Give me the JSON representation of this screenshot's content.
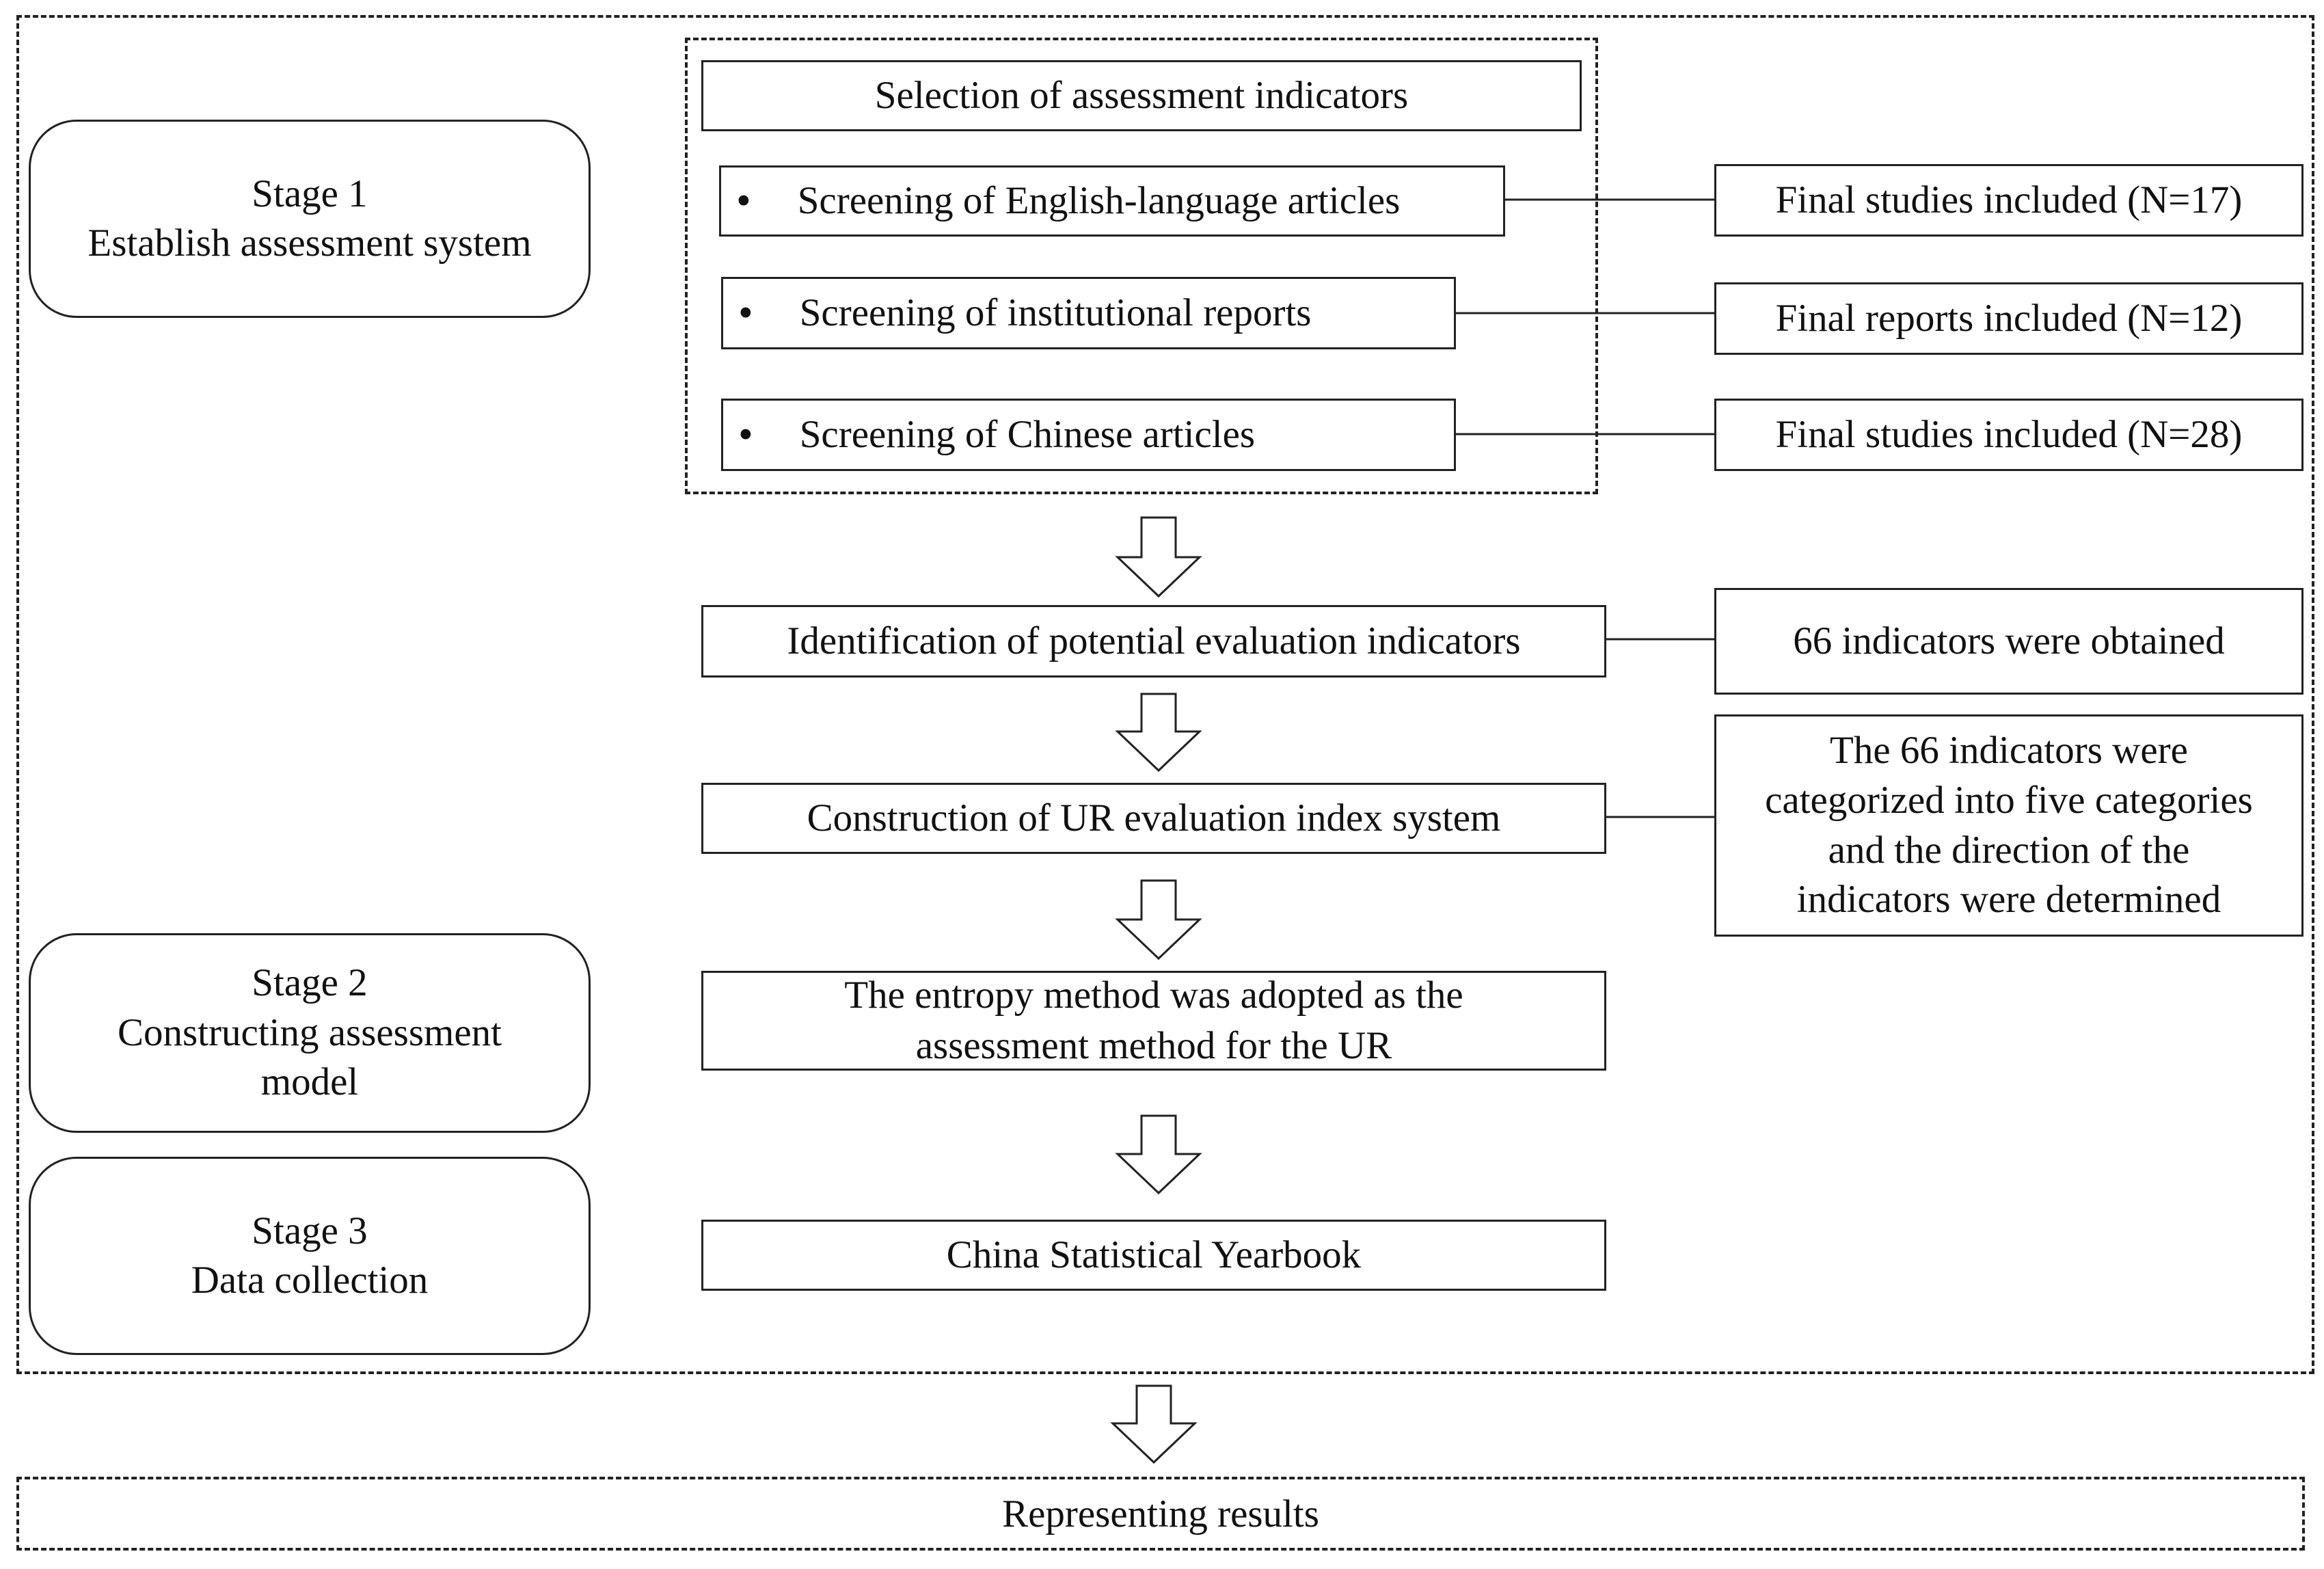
{
  "stages": [
    {
      "title": "Stage 1",
      "desc": "Establish assessment system"
    },
    {
      "title": "Stage 2",
      "desc_line1": "Constructing assessment",
      "desc_line2": "model"
    },
    {
      "title": "Stage 3",
      "desc": "Data collection"
    }
  ],
  "flow": {
    "selection": "Selection of assessment indicators",
    "screen_english": "Screening of English-language articles",
    "screen_reports": "Screening of institutional reports",
    "screen_chinese": "Screening of Chinese articles",
    "identification": "Identification of potential evaluation indicators",
    "construction": "Construction of UR evaluation index system",
    "entropy_line1": "The entropy method was adopted as the",
    "entropy_line2": "assessment method for the UR",
    "yearbook": "China Statistical Yearbook",
    "results": "Representing results"
  },
  "outcomes": {
    "english": "Final studies included (N=17)",
    "reports": "Final reports included (N=12)",
    "chinese": "Final studies included (N=28)",
    "indicators": "66 indicators were  obtained",
    "categories_lines": [
      "The 66 indicators were",
      "categorized into five categories",
      "and  the direction of the",
      "indicators were determined"
    ]
  },
  "bullet_symbol": "•"
}
